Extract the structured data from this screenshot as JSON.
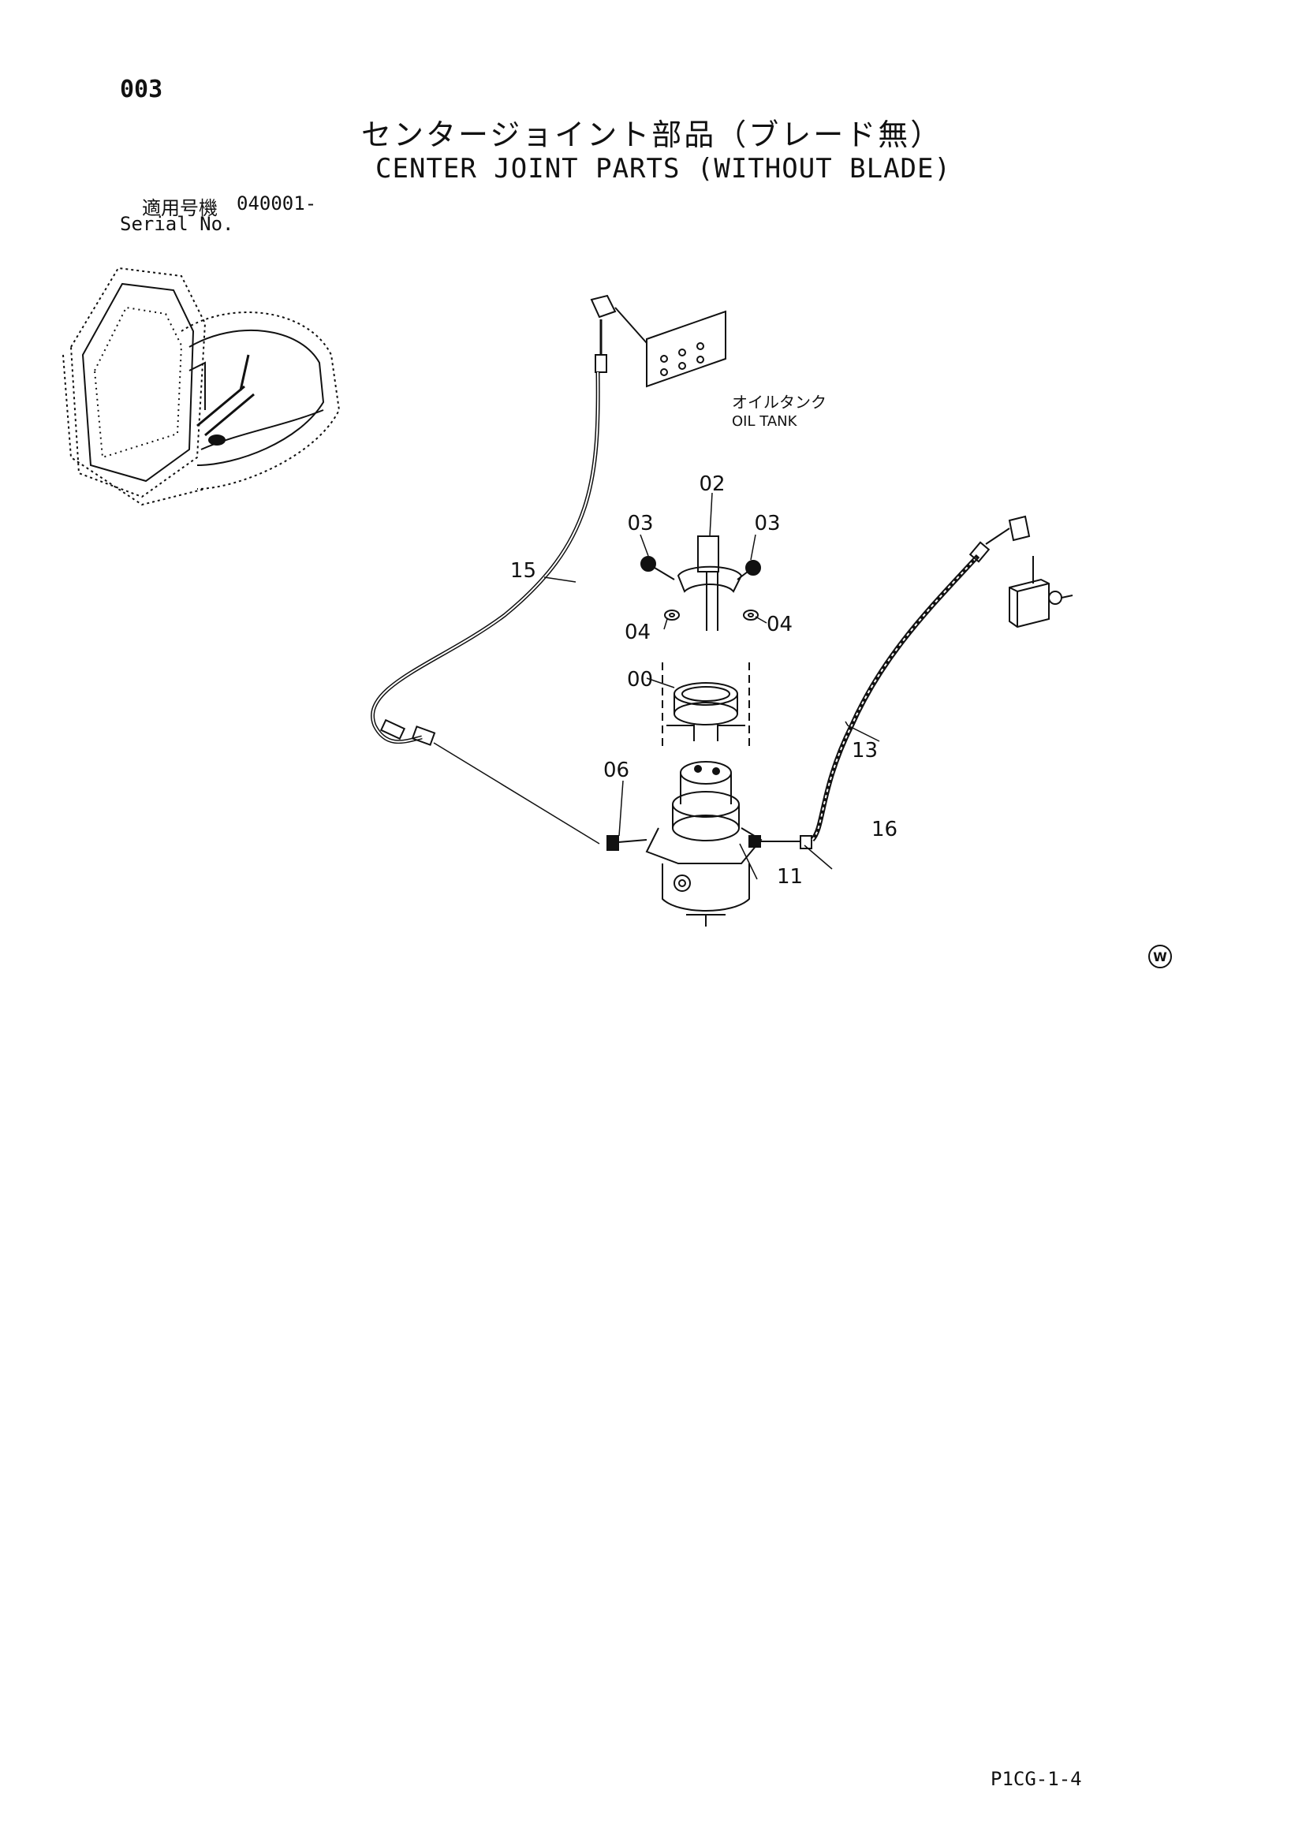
{
  "header": {
    "page_number": "003",
    "title_jp": "センタージョイント部品（ブレード無）",
    "title_en": "CENTER JOINT PARTS (WITHOUT BLADE)",
    "serial_label_jp": "適用号機",
    "serial_value": "040001-",
    "serial_label_en": "Serial No."
  },
  "diagram": {
    "labels": {
      "oil_tank_jp": "オイルタンク",
      "oil_tank_en": "OIL TANK"
    },
    "callouts": [
      "15",
      "02",
      "03",
      "03",
      "04",
      "04",
      "00",
      "06",
      "13",
      "16",
      "11"
    ]
  },
  "footer": {
    "mark": "W",
    "code": "P1CG-1-4"
  }
}
